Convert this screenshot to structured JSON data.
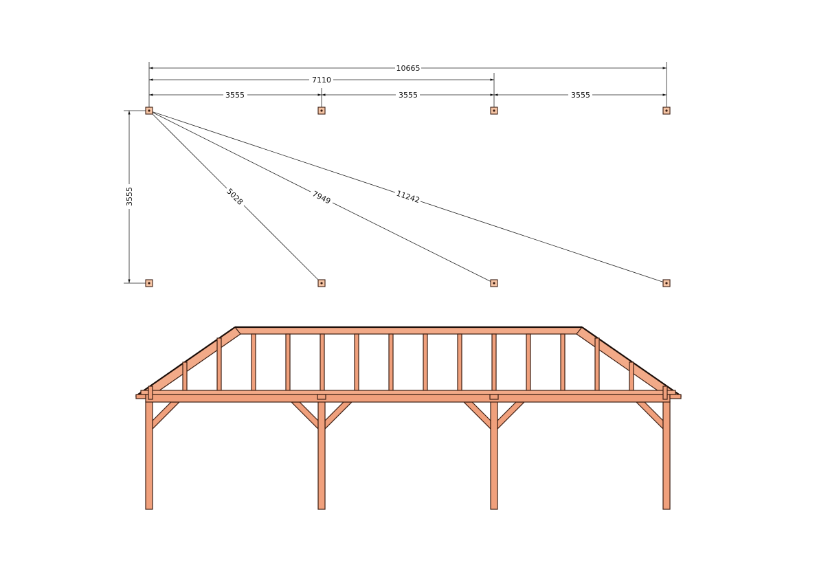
{
  "plan_view": {
    "dimensions": {
      "overall_length": "10665",
      "two_bays": "7110",
      "bay_1": "3555",
      "bay_2": "3555",
      "bay_3": "3555",
      "width": "3555",
      "diagonal_1": "5028",
      "diagonal_2": "7949",
      "diagonal_3": "11242"
    },
    "post_count": 8
  },
  "elevation_view": {
    "post_count": 4,
    "stud_count": 14
  },
  "colors": {
    "wood": "#f0a07c",
    "outline": "#3a1d12",
    "plan_post": "#f5c4a4",
    "dimension_line": "#222222"
  }
}
